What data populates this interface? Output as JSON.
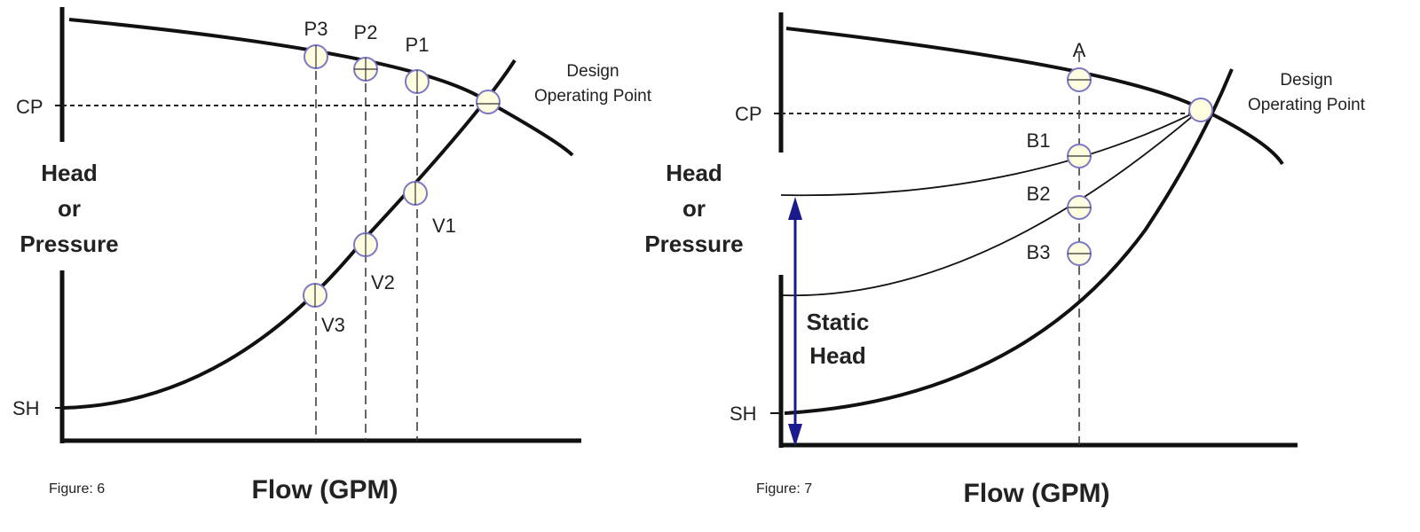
{
  "figure6": {
    "caption": "Figure: 6",
    "x_axis_label": "Flow (GPM)",
    "y_axis_label": [
      "Head",
      "or",
      "Pressure"
    ],
    "cp_label": "CP",
    "sh_label": "SH",
    "design_point_label": [
      "Design",
      "Operating Point"
    ],
    "pump_points": [
      "P3",
      "P2",
      "P1"
    ],
    "system_points": [
      "V1",
      "V2",
      "V3"
    ]
  },
  "figure7": {
    "caption": "Figure: 7",
    "x_axis_label": "Flow (GPM)",
    "y_axis_label": [
      "Head",
      "or",
      "Pressure"
    ],
    "cp_label": "CP",
    "sh_label": "SH",
    "design_point_label": [
      "Design",
      "Operating Point"
    ],
    "pump_point": "A",
    "system_points": [
      "B1",
      "B2",
      "B3"
    ],
    "static_head_label": [
      "Static",
      "Head"
    ],
    "arrow_color": "#1a1a8c"
  }
}
